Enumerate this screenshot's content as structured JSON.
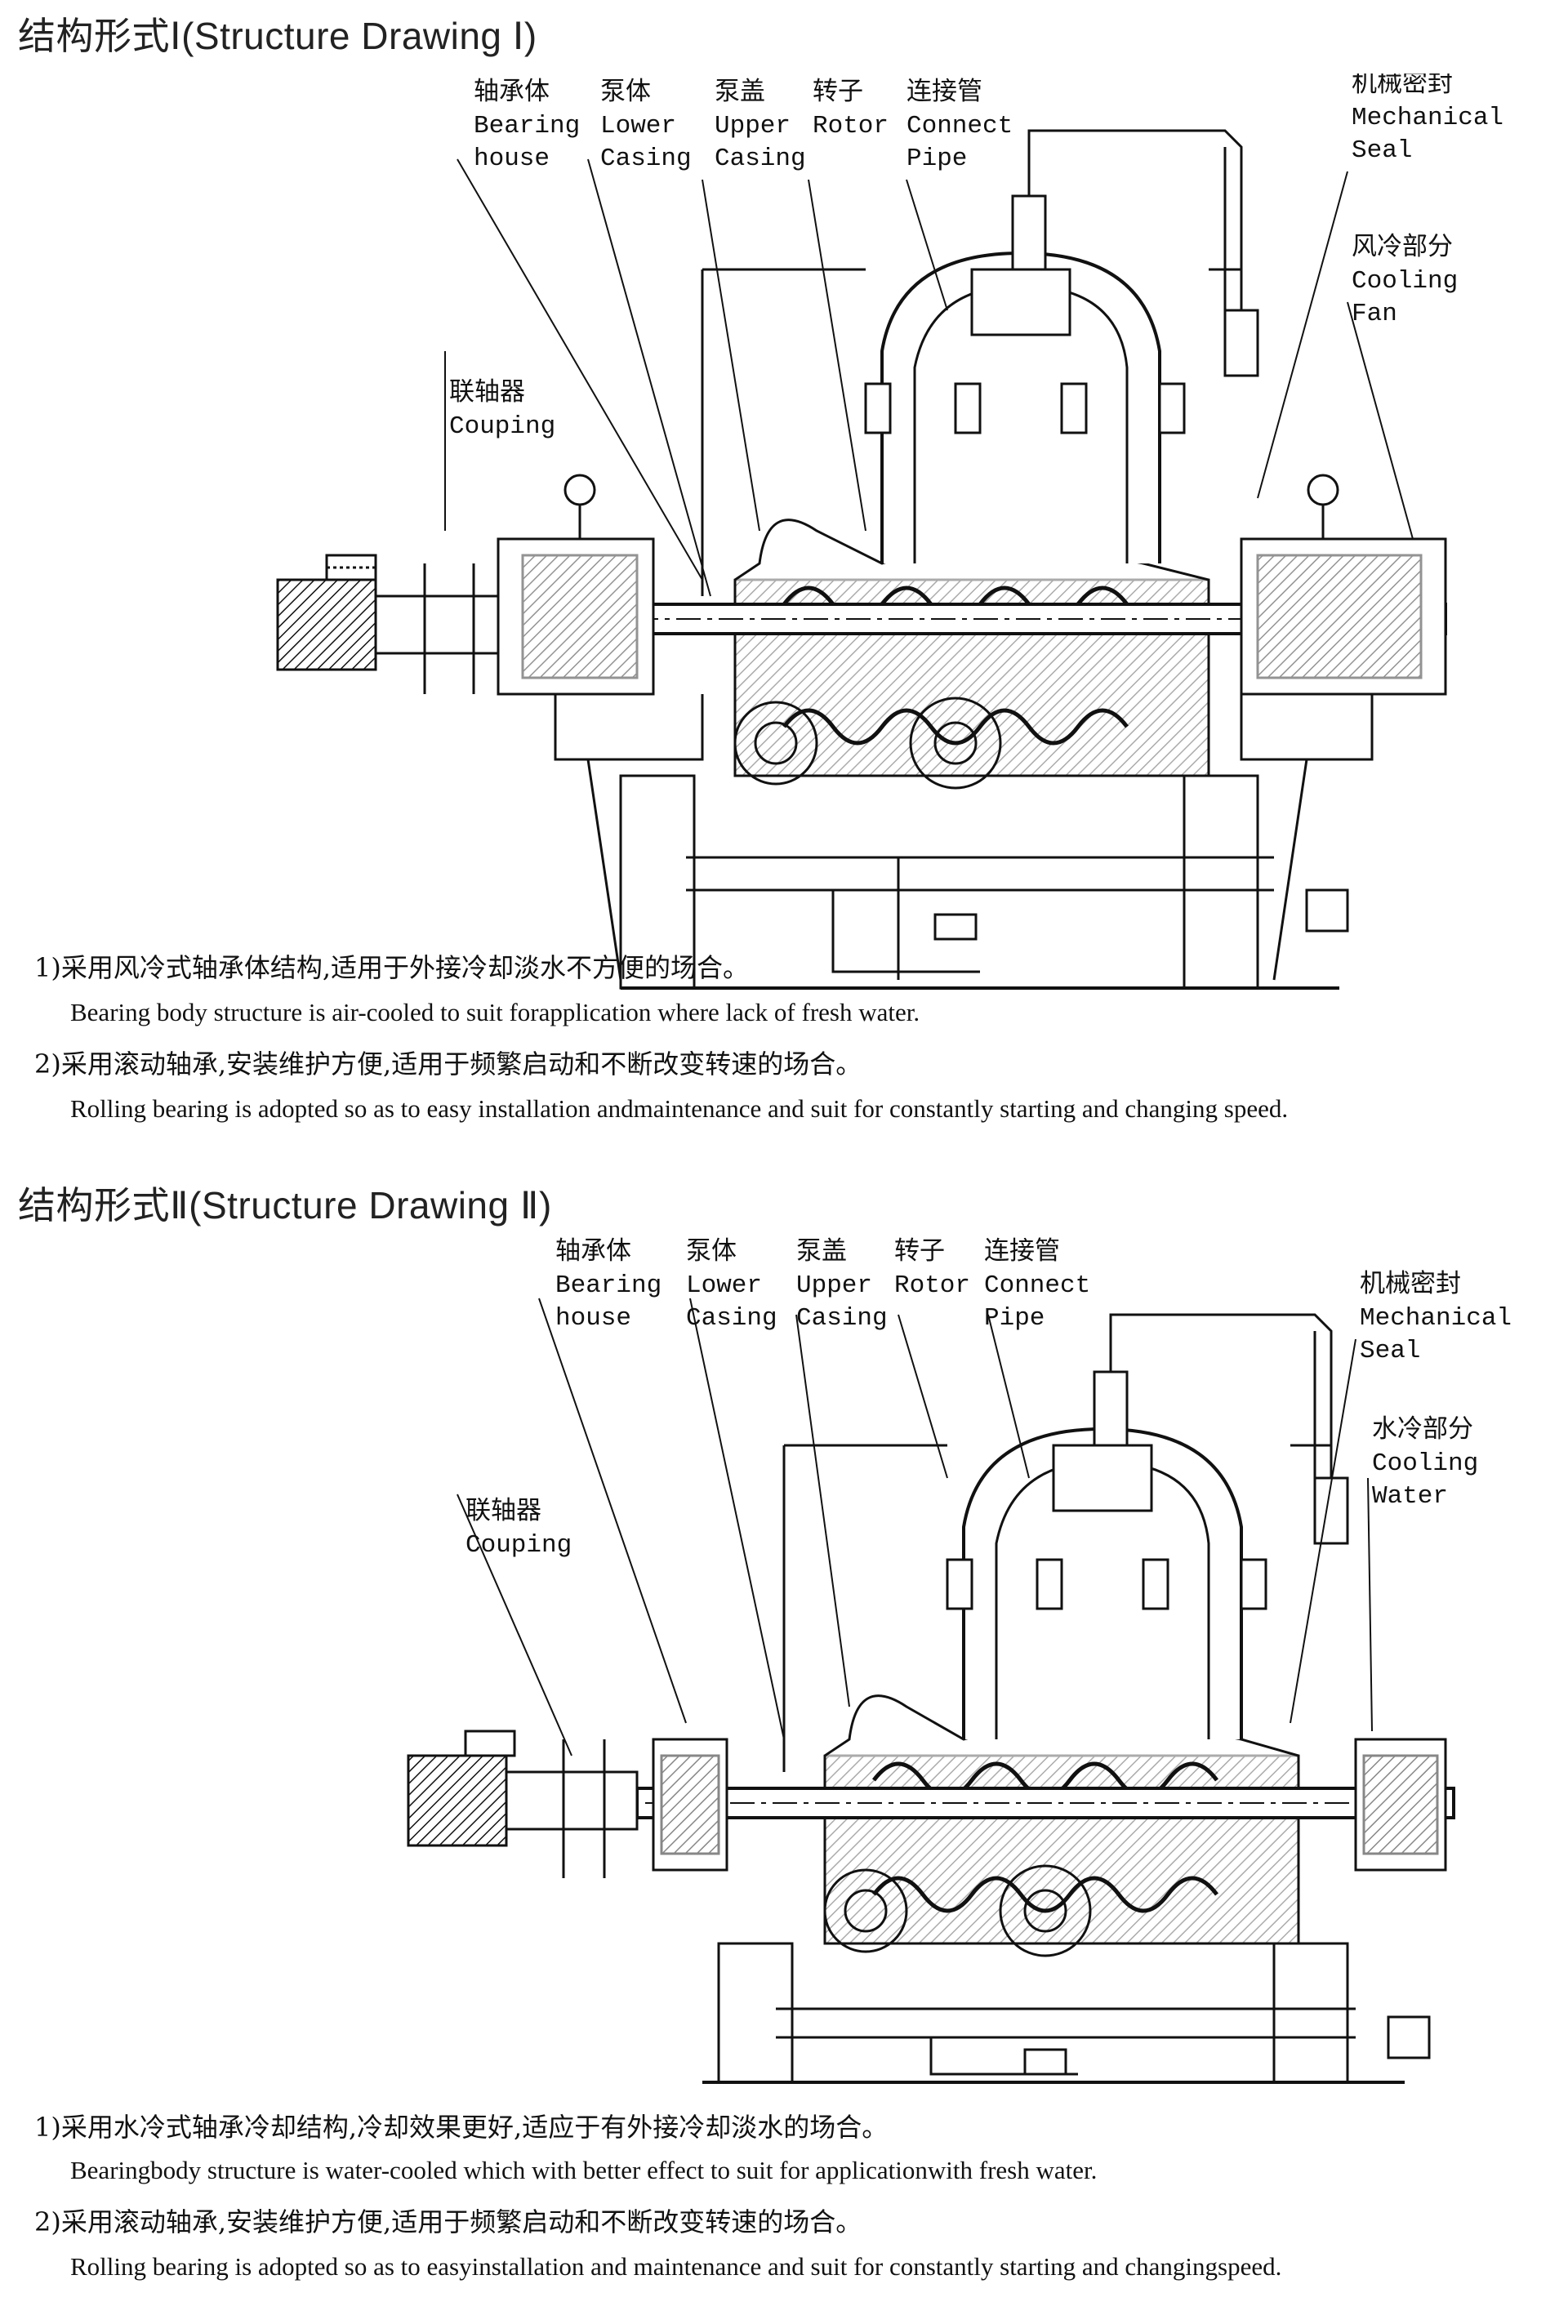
{
  "drawing1": {
    "title": "结构形式Ⅰ(Structure Drawing Ⅰ)",
    "labels": {
      "bearing_house": {
        "cn": "轴承体",
        "en1": "Bearing",
        "en2": "house"
      },
      "lower_casing": {
        "cn": "泵体",
        "en1": "Lower",
        "en2": "Casing"
      },
      "upper_casing": {
        "cn": "泵盖",
        "en1": "Upper",
        "en2": "Casing"
      },
      "rotor": {
        "cn": "转子",
        "en1": "Rotor"
      },
      "connect_pipe": {
        "cn": "连接管",
        "en1": "Connect",
        "en2": "Pipe"
      },
      "mechanical_seal": {
        "cn": "机械密封",
        "en1": "Mechanical",
        "en2": "Seal"
      },
      "cooling": {
        "cn": "风冷部分",
        "en1": "Cooling",
        "en2": "Fan"
      },
      "couping": {
        "cn": "联轴器",
        "en1": "Couping"
      }
    },
    "notes": [
      {
        "cn": "1)采用风冷式轴承体结构,适用于外接冷却淡水不方便的场合。",
        "en": "Bearing body structure is air-cooled to suit forapplication where lack of fresh water."
      },
      {
        "cn": "2)采用滚动轴承,安装维护方便,适用于频繁启动和不断改变转速的场合。",
        "en": "Rolling bearing is adopted so as to easy installation andmaintenance and suit for constantly starting and changing speed."
      }
    ]
  },
  "drawing2": {
    "title": "结构形式Ⅱ(Structure Drawing Ⅱ)",
    "labels": {
      "bearing_house": {
        "cn": "轴承体",
        "en1": "Bearing",
        "en2": "house"
      },
      "lower_casing": {
        "cn": "泵体",
        "en1": "Lower",
        "en2": "Casing"
      },
      "upper_casing": {
        "cn": "泵盖",
        "en1": "Upper",
        "en2": "Casing"
      },
      "rotor": {
        "cn": "转子",
        "en1": "Rotor"
      },
      "connect_pipe": {
        "cn": "连接管",
        "en1": "Connect",
        "en2": "Pipe"
      },
      "mechanical_seal": {
        "cn": "机械密封",
        "en1": "Mechanical",
        "en2": "Seal"
      },
      "cooling": {
        "cn": "水冷部分",
        "en1": "Cooling",
        "en2": "Water"
      },
      "couping": {
        "cn": "联轴器",
        "en1": "Couping"
      }
    },
    "notes": [
      {
        "cn": "1)采用水冷式轴承冷却结构,冷却效果更好,适应于有外接冷却淡水的场合。",
        "en": "Bearingbody structure is water-cooled which with better effect to suit for applicationwith fresh water."
      },
      {
        "cn": "2)采用滚动轴承,安装维护方便,适用于频繁启动和不断改变转速的场合。",
        "en": "Rolling bearing is adopted so as to easyinstallation and maintenance and suit for constantly starting and changingspeed."
      }
    ]
  }
}
